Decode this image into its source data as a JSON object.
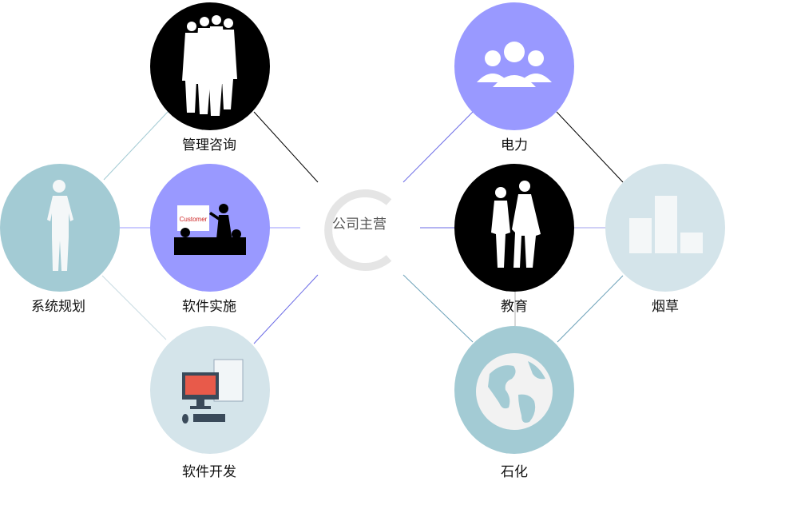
{
  "center": {
    "title": "公司主营"
  },
  "nodes": [
    {
      "id": "management",
      "label": "管理咨询",
      "icon": "business-team-icon",
      "color": "#000000"
    },
    {
      "id": "system",
      "label": "系统规划",
      "icon": "phone-man-icon",
      "color": "#a3cbd4"
    },
    {
      "id": "implementation",
      "label": "软件实施",
      "icon": "presentation-icon",
      "color": "#9999ff"
    },
    {
      "id": "development",
      "label": "软件开发",
      "icon": "computer-icon",
      "color": "#d4e4ea"
    },
    {
      "id": "power",
      "label": "电力",
      "icon": "people-group-icon",
      "color": "#9999ff"
    },
    {
      "id": "education",
      "label": "教育",
      "icon": "teacher-student-icon",
      "color": "#000000"
    },
    {
      "id": "tobacco",
      "label": "烟草",
      "icon": "bar-chart-icon",
      "color": "#d4e4ea"
    },
    {
      "id": "petrochemical",
      "label": "石化",
      "icon": "globe-icon",
      "color": "#a3cbd4"
    }
  ]
}
